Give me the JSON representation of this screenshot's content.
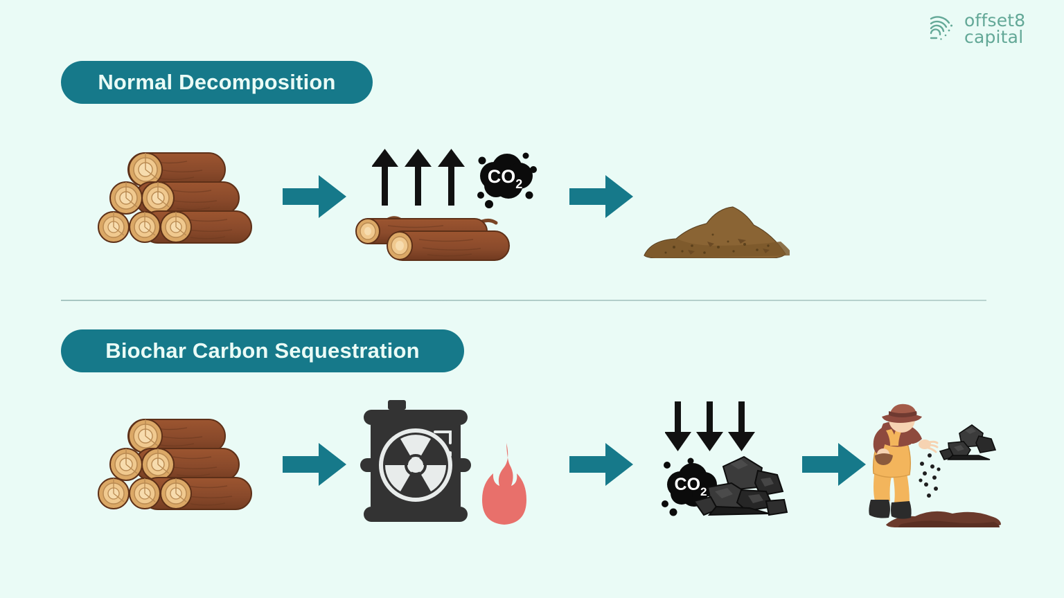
{
  "page": {
    "background_color": "#eafbf6",
    "title_accent_color": "#16798a",
    "arrow_color": "#16798a"
  },
  "logo": {
    "line1": "offset8",
    "line2": "capital",
    "color": "#63a897",
    "mark_name": "fingerprint-wave-logo-icon"
  },
  "sections": [
    {
      "id": "normal-decomposition",
      "badge_label": "Normal Decomposition",
      "steps": [
        {
          "name": "wood-log-pile",
          "label": "Stacked wood logs"
        },
        {
          "name": "decomposing-logs-emitting-co2",
          "label": "Decomposing logs releasing CO₂",
          "emission_direction": "up",
          "emission_arrow_count": 3,
          "gas_label_main": "CO",
          "gas_label_sub": "2"
        },
        {
          "name": "soil-mound",
          "label": "Soil / compost mound"
        }
      ],
      "connector_count": 2
    },
    {
      "id": "biochar-carbon-sequestration",
      "badge_label": "Biochar Carbon Sequestration",
      "steps": [
        {
          "name": "wood-log-pile",
          "label": "Stacked wood logs"
        },
        {
          "name": "pyrolysis-barrel-with-flame",
          "label": "Pyrolysis kiln barrel with flame",
          "barrel_color": "#333333",
          "flame_color": "#e8706b"
        },
        {
          "name": "biochar-pile-capturing-co2",
          "label": "Biochar pile capturing CO₂",
          "emission_direction": "down",
          "emission_arrow_count": 3,
          "gas_label_main": "CO",
          "gas_label_sub": "2"
        },
        {
          "name": "farmer-spreading-biochar",
          "label": "Farmer spreading biochar on soil"
        }
      ],
      "connector_count": 3
    }
  ],
  "colors": {
    "log_bark": "#8a4a2b",
    "log_ring_light": "#f2cf9c",
    "log_ring_mid": "#dba866",
    "soil": "#8a6434",
    "biochar": "#2b2b2b",
    "flame": "#e8706b",
    "farmer_overalls": "#f3b55c",
    "farmer_shirt": "#8e4a3e"
  }
}
